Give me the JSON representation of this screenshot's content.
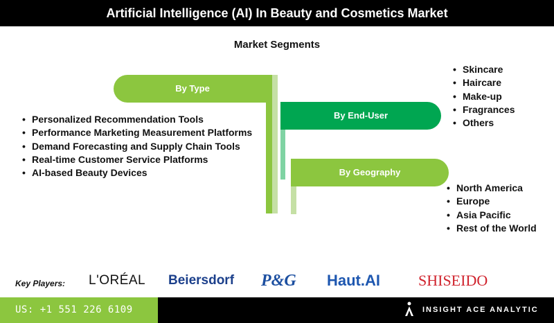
{
  "header": {
    "title": "Artificial Intelligence (AI) In Beauty and Cosmetics Market"
  },
  "subtitle": "Market Segments",
  "segments": {
    "type": {
      "label": "By Type",
      "items": [
        "Personalized Recommendation Tools",
        "Performance Marketing Measurement Platforms",
        "Demand Forecasting and Supply Chain Tools",
        "Real-time Customer Service Platforms",
        "AI-based Beauty Devices"
      ]
    },
    "end_user": {
      "label": "By End-User",
      "items": [
        "Skincare",
        "Haircare",
        "Make-up",
        "Fragrances",
        "Others"
      ]
    },
    "geography": {
      "label": "By Geography",
      "items": [
        "North America",
        "Europe",
        "Asia Pacific",
        "Rest of the World"
      ]
    }
  },
  "key_players": {
    "label": "Key Players:",
    "logos": [
      "L'ORÉAL",
      "Beiersdorf",
      "P&G",
      "Haut.AI",
      "SHISEIDO"
    ]
  },
  "footer": {
    "phone": "US: +1 551 226 6109",
    "brand": "INSIGHT ACE ANALYTIC"
  },
  "colors": {
    "light_green": "#8cc63f",
    "dark_green": "#00a651",
    "header_bg": "#000000"
  }
}
